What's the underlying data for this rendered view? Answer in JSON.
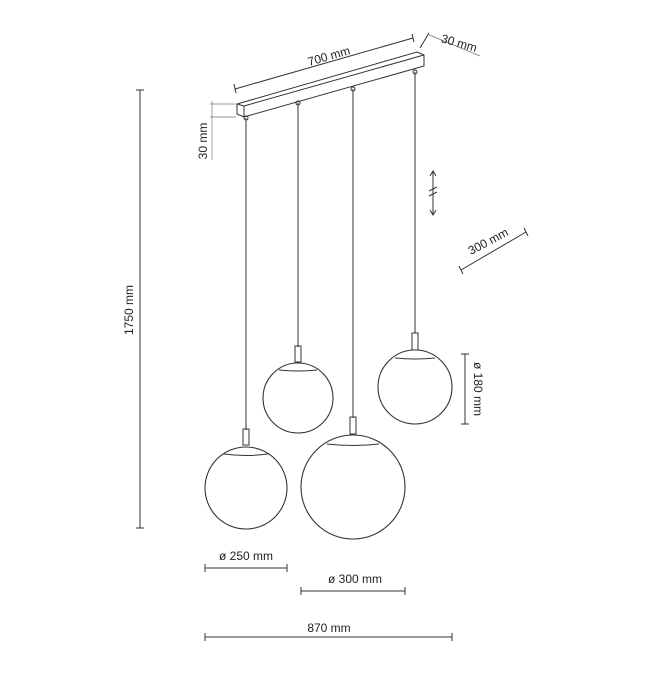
{
  "dimensions": {
    "canopy_length": "700 mm",
    "canopy_depth": "30 mm",
    "canopy_height": "30 mm",
    "total_height": "1750 mm",
    "adjustable_drop": "300 mm",
    "small_globe_diameter": "ø 180 mm",
    "medium_globe_diameter": "ø 250 mm",
    "large_globe_diameter": "ø 300 mm",
    "total_width": "870 mm"
  },
  "colors": {
    "line": "#333333",
    "background": "#ffffff"
  }
}
